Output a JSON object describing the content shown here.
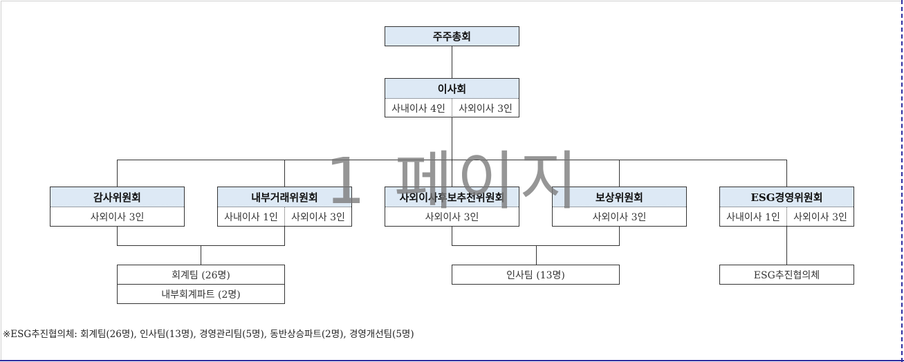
{
  "shareholders": {
    "title": "주주총회"
  },
  "board": {
    "title": "이사회",
    "members": [
      "사내이사 4인",
      "사외이사 3인"
    ]
  },
  "committees": [
    {
      "title": "감사위원회",
      "members": [
        "사외이사 3인"
      ]
    },
    {
      "title": "내부거래위원회",
      "members": [
        "사내이사 1인",
        "사외이사 3인"
      ]
    },
    {
      "title": "사외이사후보추천위원회",
      "members": [
        "사외이사 3인"
      ]
    },
    {
      "title": "보상위원회",
      "members": [
        "사외이사 3인"
      ]
    },
    {
      "title": "ESG경영위원회",
      "members": [
        "사내이사 1인",
        "사외이사 3인"
      ]
    }
  ],
  "support": {
    "accounting_team": "회계팀 (26명)",
    "internal_accounting_part": "내부회계파트 (2명)",
    "hr_team": "인사팀 (13명)",
    "esg_council": "ESG추진협의체"
  },
  "footnote": "※ESG추진협의체: 회계팀(26명), 인사팀(13명), 경영관리팀(5명), 동반상승파트(2명), 경영개선팀(5명)",
  "watermark": "1 페이지",
  "colors": {
    "header_fill": "#dde9f5",
    "page_border": "#2c2c9e",
    "line": "#333333"
  }
}
